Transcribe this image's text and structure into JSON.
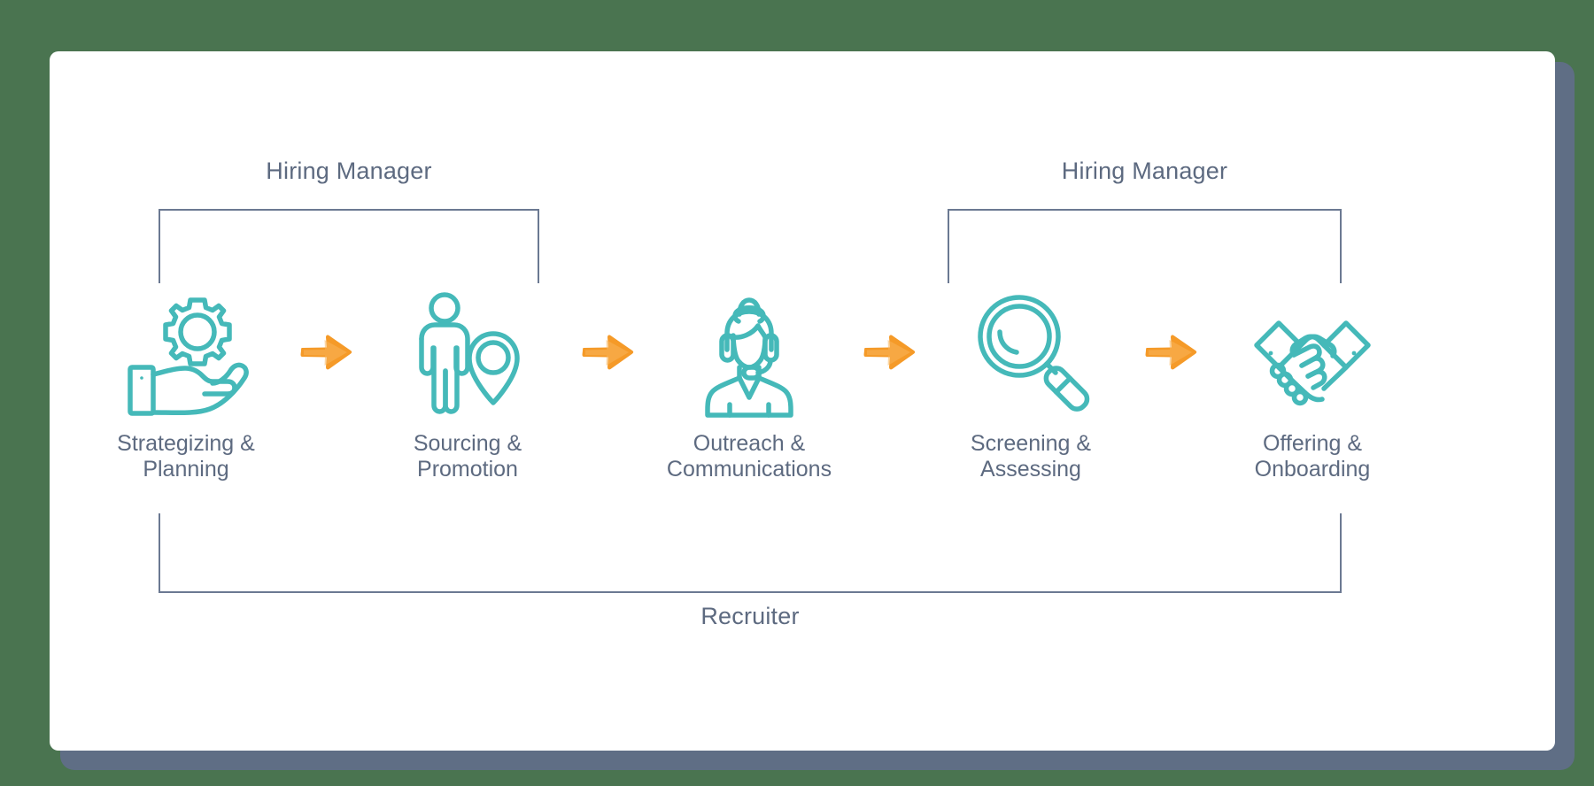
{
  "theme": {
    "background_color": "#4a7450",
    "card_color": "#ffffff",
    "shadow_color": "#5f6e85",
    "icon_color": "#45b9b9",
    "arrow_color": "#f59a28",
    "text_color": "#5d6a80",
    "bracket_color": "#6b7992"
  },
  "brackets": {
    "hiring_manager_left": {
      "label": "Hiring Manager"
    },
    "hiring_manager_right": {
      "label": "Hiring Manager"
    },
    "recruiter": {
      "label": "Recruiter"
    }
  },
  "steps": [
    {
      "label": "Strategizing &\nPlanning",
      "icon": "hand-holding-gear-icon"
    },
    {
      "label": "Sourcing &\nPromotion",
      "icon": "person-location-pin-icon"
    },
    {
      "label": "Outreach &\nCommunications",
      "icon": "headset-agent-icon"
    },
    {
      "label": "Screening &\nAssessing",
      "icon": "magnifying-glass-icon"
    },
    {
      "label": "Offering &\nOnboarding",
      "icon": "handshake-icon"
    }
  ],
  "arrows": [
    {
      "icon": "arrow-right-icon"
    },
    {
      "icon": "arrow-right-icon"
    },
    {
      "icon": "arrow-right-icon"
    },
    {
      "icon": "arrow-right-icon"
    }
  ]
}
